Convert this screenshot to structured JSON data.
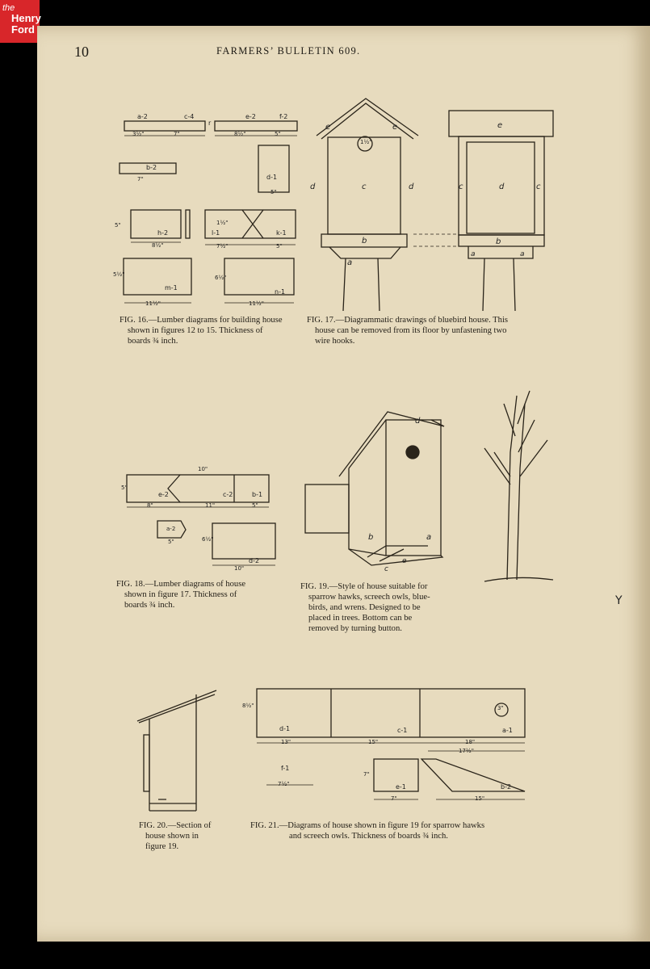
{
  "logo": {
    "line1": "the",
    "line2": "Henry",
    "line3": "Ford"
  },
  "header": {
    "page_number": "10",
    "running_title": "FARMERS’ BULLETIN 609."
  },
  "captions": {
    "fig16": [
      "FIG. 16.—Lumber diagrams for building house",
      "shown in figures 12 to 15. Thickness of",
      "boards ¾ inch."
    ],
    "fig17": [
      "FIG. 17.—Diagrammatic drawings of bluebird house. This",
      "house can be removed from its floor by unfastening two",
      "wire hooks."
    ],
    "fig18": [
      "FIG. 18.—Lumber diagrams of house",
      "shown in figure 17. Thickness of",
      "boards ¾ inch."
    ],
    "fig19": [
      "FIG. 19.—Style of house suitable for",
      "sparrow hawks, screech owls, blue-",
      "birds, and wrens. Designed to be",
      "placed in trees. Bottom can be",
      "removed by turning button."
    ],
    "fig20": [
      "FIG. 20.—Section of",
      "house shown in",
      "figure 19."
    ],
    "fig21": [
      "FIG. 21.—Diagrams of house shown in figure 19 for sparrow hawks",
      "and screech owls. Thickness of boards ¾ inch."
    ]
  },
  "diagram_labels": {
    "fig16": [
      "a-2",
      "c-4",
      "3½\"",
      "7\"",
      "e-2",
      "f-2",
      "8½\"",
      "5\"",
      "r",
      "b-2",
      "7\"",
      "d-1",
      "5\"",
      "h-2",
      "8½\"",
      "1½\"",
      "l-1",
      "7½\"",
      "k-1",
      "5\"",
      "m-1",
      "11½\"",
      "n-1",
      "11½\"",
      "5\"",
      "5½\"",
      "6½\""
    ],
    "fig17": [
      "e",
      "e",
      "1½\"",
      "c",
      "d",
      "d",
      "b",
      "a",
      "e",
      "c",
      "d",
      "c",
      "b",
      "a",
      "a"
    ],
    "fig18": [
      "10\"",
      "e-2",
      "c-2",
      "b-1",
      "8\"",
      "11\"",
      "5\"",
      "a-2",
      "5\"",
      "d-2",
      "10\"",
      "5\"",
      "6½\""
    ],
    "fig19": [
      "d",
      "b",
      "a",
      "e",
      "c"
    ],
    "fig21": [
      "8½\"",
      "d-1",
      "c-1",
      "a-1",
      "3\"",
      "13\"",
      "15\"",
      "18\"",
      "17½\"",
      "f-1",
      "7½\"",
      "7\"",
      "e-1",
      "7\"",
      "b-2",
      "15\""
    ]
  },
  "margin_marks": [
    "Y"
  ]
}
